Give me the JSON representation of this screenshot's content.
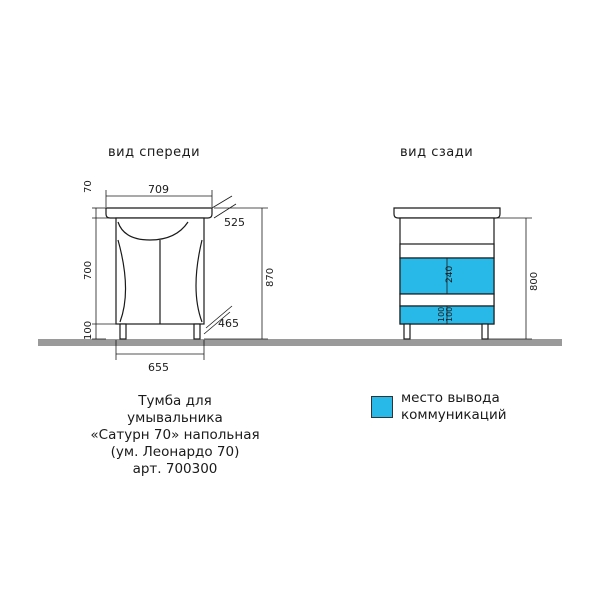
{
  "views": {
    "front_title": "вид спереди",
    "back_title": "вид сзади"
  },
  "front_dims": {
    "top_width": "709",
    "top_height": "70",
    "body_height": "700",
    "leg_height": "100",
    "total_height": "870",
    "bottom_width": "655",
    "top_depth": "525",
    "body_depth": "465"
  },
  "back_dims": {
    "total_height": "800",
    "opening_upper": "240",
    "opening_lower_a": "100",
    "opening_lower_b": "100"
  },
  "caption": {
    "line1": "Тумба для",
    "line2": "умывальника",
    "line3": "«Сатурн 70» напольная",
    "line4": "(ум. Леонардо 70)",
    "line5": "арт. 700300"
  },
  "legend": {
    "line1": "место вывода",
    "line2": "коммуникаций"
  },
  "colors": {
    "floor": "#9a9a9a",
    "communications_zone": "#29b9e8",
    "lines": "#1a1a1a"
  }
}
